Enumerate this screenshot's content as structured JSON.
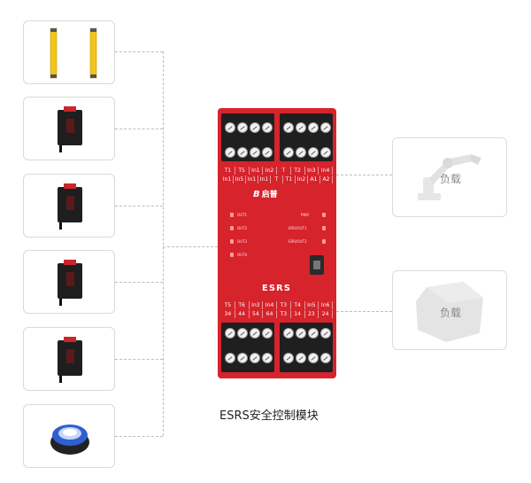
{
  "caption": "ESRS安全控制模块",
  "module": {
    "brand": "启普",
    "model": "ESRS",
    "top_labels_row1": [
      "T1",
      "T5",
      "In1",
      "In2",
      "T",
      "T2",
      "In3",
      "In4"
    ],
    "top_labels_row2": [
      "In1",
      "In5",
      "In1",
      "In1",
      "T",
      "T1",
      "In2",
      "A1",
      "A2"
    ],
    "bottom_labels_row1": [
      "T5",
      "T6",
      "In3",
      "In4",
      "T3",
      "T4",
      "In5",
      "In6"
    ],
    "bottom_labels_row2": [
      "34",
      "44",
      "54",
      "64",
      "T3",
      "14",
      "23",
      "24"
    ],
    "leds_left": [
      "OUT1",
      "OUT2",
      "OUT3",
      "OUT4"
    ],
    "leds_right": [
      "PWR",
      "ERR/OUT1",
      "ERR/OUT2"
    ]
  },
  "loads": [
    {
      "label": "负载"
    },
    {
      "label": "负载"
    }
  ],
  "inputs": [
    {
      "name": "light-curtain"
    },
    {
      "name": "photoelectric-sensor"
    },
    {
      "name": "photoelectric-sensor"
    },
    {
      "name": "photoelectric-sensor"
    },
    {
      "name": "photoelectric-sensor"
    },
    {
      "name": "emergency-button"
    }
  ],
  "colors": {
    "module_red": "#d6232c",
    "terminal": "#1f1f1f",
    "dash": "#bdbdbd"
  }
}
